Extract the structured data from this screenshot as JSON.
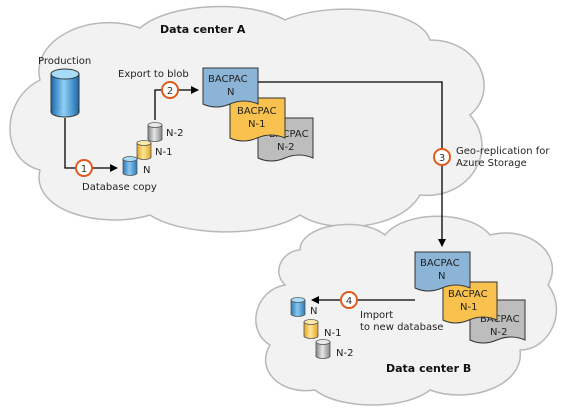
{
  "datacenter_a": {
    "title": "Data center A"
  },
  "datacenter_b": {
    "title": "Data center B"
  },
  "production": {
    "label": "Production"
  },
  "steps": {
    "s1": {
      "number": "1",
      "label": "Database copy"
    },
    "s2": {
      "number": "2",
      "label": "Export to blob"
    },
    "s3": {
      "number": "3",
      "label_line1": "Geo-replication for",
      "label_line2": "Azure Storage"
    },
    "s4": {
      "number": "4",
      "label_line1": "Import",
      "label_line2": "to new database"
    }
  },
  "db_labels": {
    "n2": "N-2",
    "n1": "N-1",
    "n": "N"
  },
  "bacpac": {
    "name": "BACPAC",
    "n": "N",
    "n1": "N-1",
    "n2": "N-2"
  },
  "colors": {
    "cloud_fill": "#f2f2f2",
    "cloud_stroke": "#b8b8b8",
    "db_blue": "#4a9fd8",
    "db_yellow": "#f6c142",
    "db_gray": "#bdbdbd",
    "bacpac_blue": "#8cb4d7",
    "bacpac_yellow": "#f9c24e",
    "bacpac_gray": "#bdbdbd",
    "step_circle": "#e05a1e",
    "arrow": "#000000"
  }
}
